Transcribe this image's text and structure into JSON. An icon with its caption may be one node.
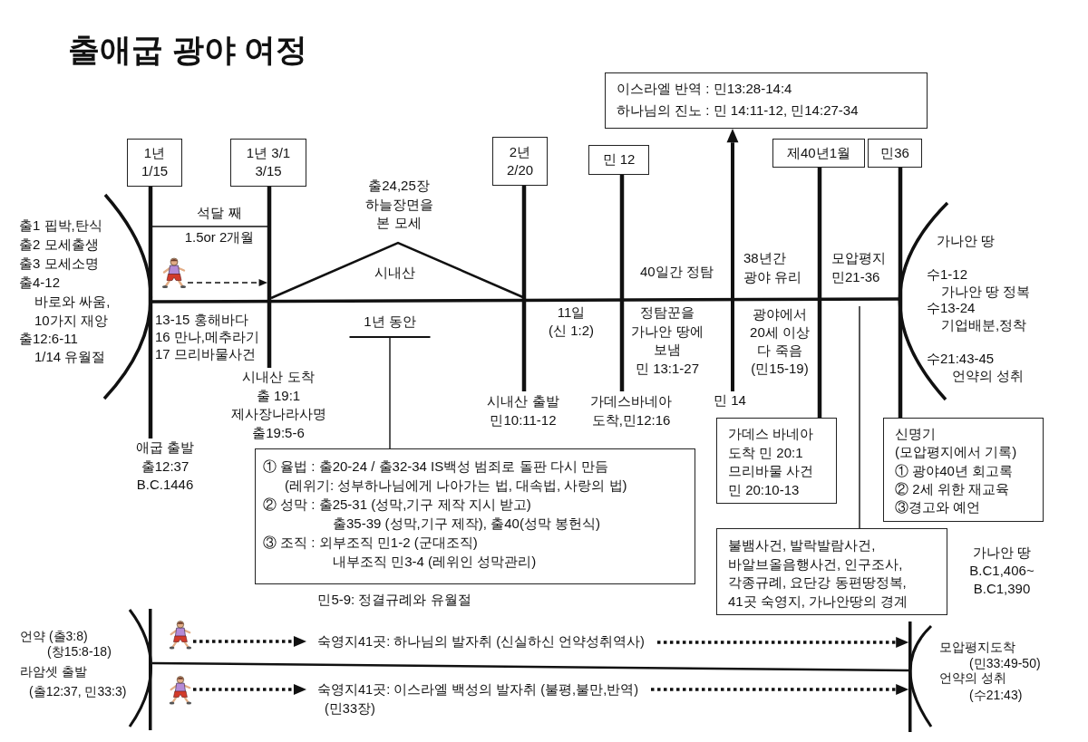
{
  "diagram": {
    "title": "출애굽 광야 여정",
    "nodes": [
      {
        "text": [
          "이스라엘 반역 : 민13:28-14:4",
          "하나님의 진노 : 민 14:11-12, 민14:27-34"
        ]
      },
      {
        "text": [
          "1년 1/15"
        ]
      },
      {
        "text": [
          "1년 3/1 3/15"
        ]
      },
      {
        "text": [
          "2년 2/20"
        ]
      },
      {
        "text": [
          "민 12"
        ]
      },
      {
        "text": [
          "제40년1월"
        ]
      },
      {
        "text": [
          "민36"
        ]
      },
      {
        "text": [
          "민 14"
        ]
      },
      {
        "text": [
          "시내산 도착 출 19:1 제사장나라사명 출19:5-6"
        ]
      },
      {
        "text": [
          "시내산 출발 민10:11-12"
        ]
      },
      {
        "text": [
          "가데스바네아 도착,민12:16"
        ]
      },
      {
        "text": [
          "가데스 바네아 도착 민 20:1",
          "므리바물 사건 민 20:10-13"
        ]
      },
      {
        "text": [
          "신명기",
          "(모압평지에서 기록)",
          "① 광야40년 회고록",
          "② 2세 위한 재교육",
          "③경고와 예언"
        ]
      },
      {
        "text": [
          "1년 동안"
        ]
      },
      {
        "text": [
          "① 율법 : 출20-24 / 출32-34 IS백성 범죄로 돌판 다시 만듬",
          "(레위기: 성부하나님에게 나아가는 법, 대속법, 사랑의 법)",
          "② 성막 : 출25-31 (성막,기구 제작 지시 받고)",
          "출35-39 (성막,기구 제작), 출40(성막 봉헌식)",
          "③ 조직 : 외부조직 민1-2 (군대조직)",
          "내부조직 민3-4 (레위인 성막관리)"
        ],
        "beside": [
          "민5-9: 정결규례와 유월절"
        ]
      },
      {
        "text": [
          "불뱀사건, 발락발람사건, 바알브올음행사건, 인구조사, 각종규례, 요단강 동편땅정복, 41곳 숙영지, 가나안땅의 경계"
        ]
      },
      {
        "text": [],
        "shape": "picture"
      },
      {
        "text": [],
        "shape": "picture"
      },
      {
        "text": [
          "숙영지41곳: 하나님의 발자취 (신실하신 언약성취역사)"
        ]
      },
      {
        "text": [],
        "shape": "picture"
      },
      {
        "text": [
          "숙영지41곳: 이스라엘 백성의 발자취 (불평,불만,반역) (민33장)"
        ]
      },
      {
        "text": [],
        "shape": "bar"
      },
      {
        "text": [],
        "shape": "bar"
      },
      {
        "text": [
          "애굽 출발 출12:37 B.C.1446"
        ]
      }
    ],
    "edges": [
      {
        "from": 7,
        "to": 0,
        "arrow": "to"
      },
      {
        "from": 2,
        "to": 8,
        "arrow": "none"
      },
      {
        "from": 3,
        "to": 9,
        "arrow": "none"
      },
      {
        "from": 4,
        "to": 10,
        "arrow": "none"
      },
      {
        "from": 5,
        "to": 11,
        "arrow": "none"
      },
      {
        "from": 6,
        "to": 12,
        "arrow": "none"
      },
      {
        "from": 13,
        "to": 14,
        "arrow": "none"
      },
      {
        "from": null,
        "to": 15,
        "arrow": "none"
      },
      {
        "from": 16,
        "to": null,
        "arrow": "to",
        "style": "dashed"
      },
      {
        "from": 17,
        "to": 18,
        "arrow": "to",
        "style": "dashed"
      },
      {
        "from": 18,
        "to": 22,
        "arrow": "to",
        "style": "dashed"
      },
      {
        "from": 19,
        "to": 20,
        "arrow": "to",
        "style": "dashed"
      },
      {
        "from": 20,
        "to": 22,
        "arrow": "to",
        "style": "dashed"
      },
      {
        "from": 21,
        "to": 22,
        "arrow": "none"
      },
      {
        "from": 1,
        "to": 23,
        "arrow": "none"
      }
    ],
    "labels": [
      "석달 째",
      "1.5or 2개월",
      "출1 핍박,탄식",
      "출2 모세출생",
      "출3 모세소명",
      "출4-12",
      "바로와 싸움, 10가지 재앙",
      "출12:6-11",
      "1/14 유월절",
      "출24,25장 하늘장면을 본 모세",
      "시내산",
      "13-15 홍해바다",
      "16 만나,메추라기",
      "17 므리바물사건",
      "11일 (신 1:2)",
      "40일간 정탐",
      "정탐꾼을 가나안 땅에 보냄 민 13:1-27",
      "38년간 광야 유리",
      "광야에서 20세 이상 다 죽음 (민15-19)",
      "모압평지 민21-36",
      "가나안 땅",
      "수1-12",
      "가나안 땅 정복",
      "수13-24",
      "기업배분,정착",
      "수21:43-45",
      "언약의 성취",
      "가나안 땅 B.C1,406~ B.C1,390",
      "언약 (출3:8) (창15:8-18)",
      "라암셋 출발 (출12:37, 민33:3)",
      "모압평지도착 (민33:49-50)",
      "언약의 성취 (수21:43)"
    ]
  }
}
